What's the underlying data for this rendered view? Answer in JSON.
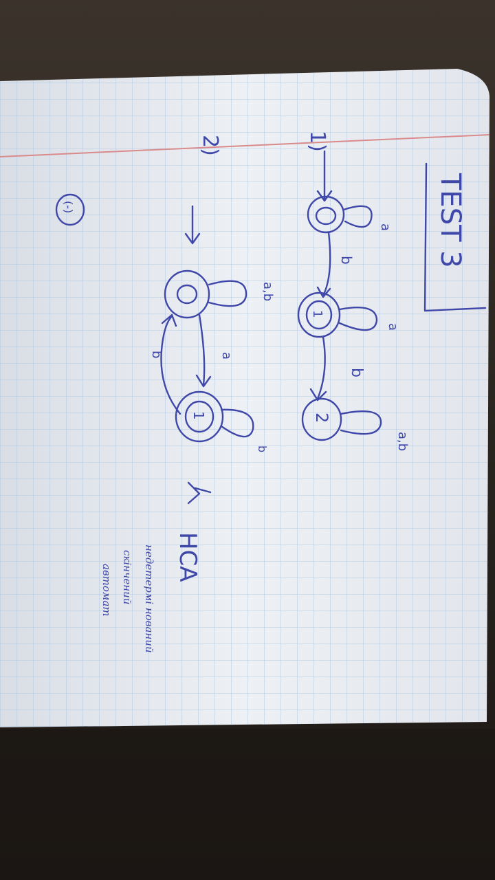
{
  "photo": {
    "title": "TEST 3",
    "diagram1": {
      "number": "1)",
      "states": [
        "0",
        "1",
        "2"
      ],
      "labels": {
        "loop0": "a",
        "edge01": "b",
        "loop1": "a",
        "edge12": "b",
        "loop2": "a,b"
      }
    },
    "diagram2": {
      "number": "2)",
      "states": [
        "0",
        "1"
      ],
      "labels": {
        "loop0": "a,b",
        "edge01": "a",
        "edge10": "b",
        "loop1": "b"
      },
      "annotation": "НСА"
    },
    "note_lines": [
      "недетермі нований",
      "скінчений",
      "автомат"
    ],
    "corner_mark": "(-)"
  },
  "colors": {
    "ink": "#3f47a8",
    "paper": "#e9edf2",
    "grid": "#a9c3e0",
    "margin_line": "#d98a8a",
    "table": "#2a2520"
  }
}
